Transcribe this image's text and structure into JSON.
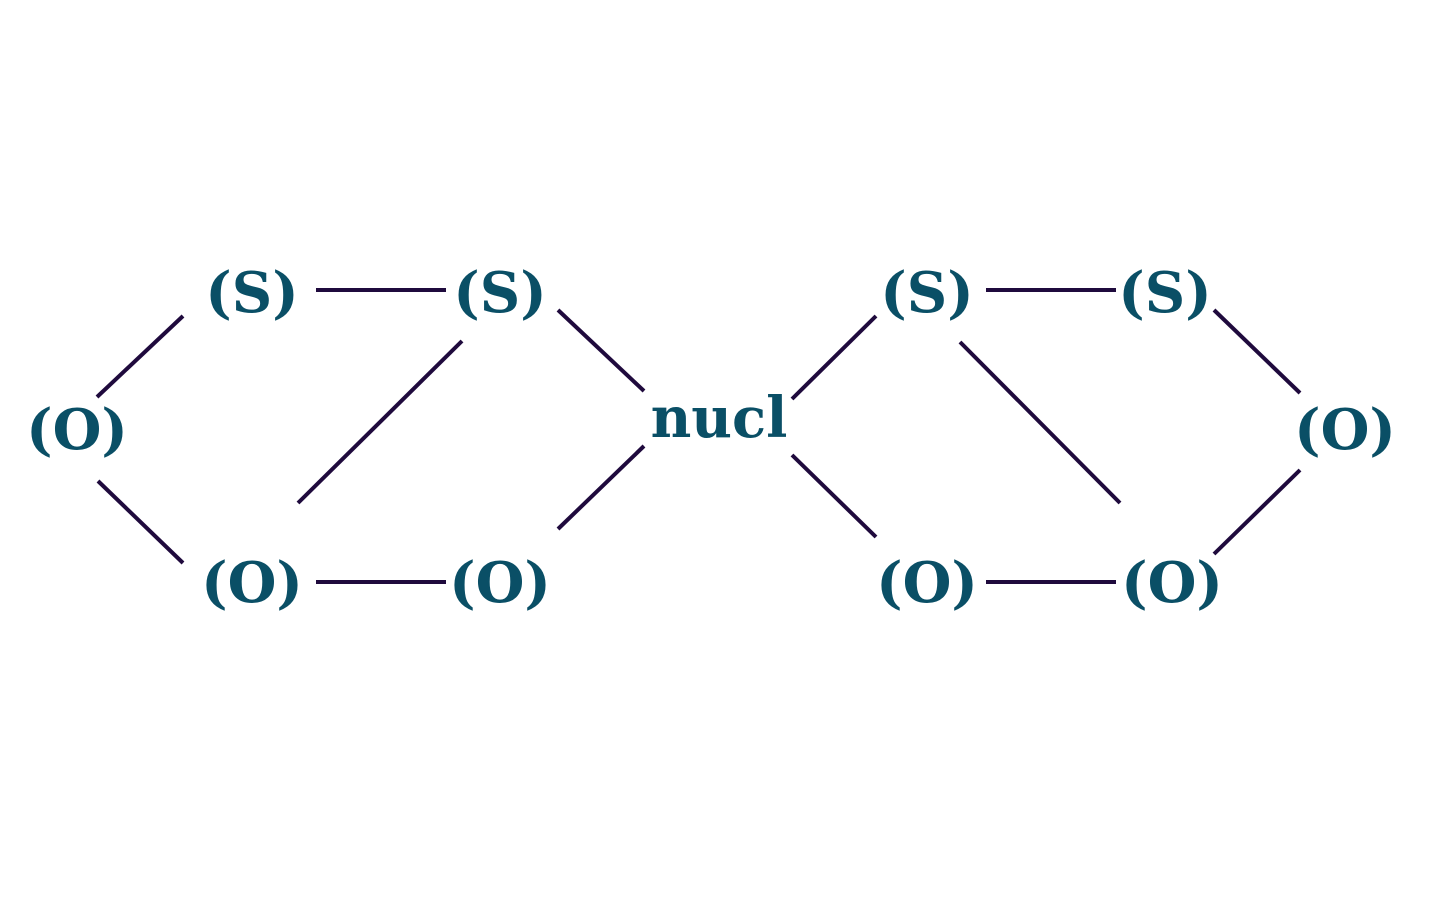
{
  "diagram": {
    "colors": {
      "label": "#0a4f66",
      "edge": "#1f0a3d",
      "background": "#ffffff"
    },
    "nodes": [
      {
        "id": "o_left",
        "label": "(O)"
      },
      {
        "id": "s1",
        "label": "(S)"
      },
      {
        "id": "s2",
        "label": "(S)"
      },
      {
        "id": "o_bl1",
        "label": "(O)"
      },
      {
        "id": "o_bl2",
        "label": "(O)"
      },
      {
        "id": "nucl",
        "label": "nucl"
      },
      {
        "id": "s3",
        "label": "(S)"
      },
      {
        "id": "s4",
        "label": "(S)"
      },
      {
        "id": "o_right",
        "label": "(O)"
      },
      {
        "id": "o_br1",
        "label": "(O)"
      },
      {
        "id": "o_br2",
        "label": "(O)"
      }
    ],
    "edges": [
      [
        "o_left",
        "s1"
      ],
      [
        "s1",
        "s2"
      ],
      [
        "o_left",
        "o_bl1"
      ],
      [
        "o_bl1",
        "o_bl2"
      ],
      [
        "s2",
        "o_bl1"
      ],
      [
        "s2",
        "nucl"
      ],
      [
        "o_bl2",
        "nucl"
      ],
      [
        "nucl",
        "s3"
      ],
      [
        "nucl",
        "o_br1"
      ],
      [
        "s3",
        "s4"
      ],
      [
        "s3",
        "o_br2"
      ],
      [
        "o_br1",
        "o_br2"
      ],
      [
        "s4",
        "o_right"
      ],
      [
        "o_br2",
        "o_right"
      ]
    ]
  }
}
